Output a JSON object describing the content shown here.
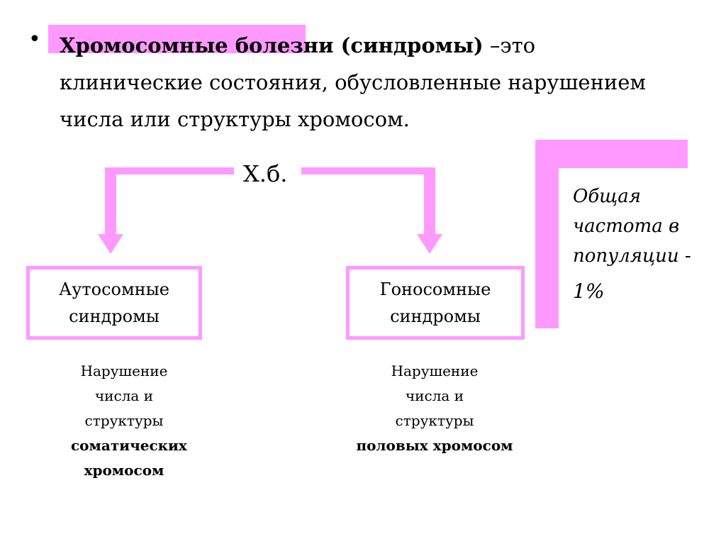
{
  "intro": {
    "bold": "Хромосомные болезни (синдромы)",
    "rest": " –это клинические состояния, обусловленные нарушением числа или структуры хромосом."
  },
  "center_label": "Х.б.",
  "left": {
    "box": "Аутосомные синдромы",
    "desc_plain": "Нарушение числа и структуры",
    "desc_bold": "соматических хромосом"
  },
  "right": {
    "box": "Гоносомные синдромы",
    "desc_plain": "Нарушение числа и структуры",
    "desc_bold": "половых хромосом"
  },
  "frequency": {
    "label": "Общая частота в популяции -",
    "value": "1%"
  },
  "colors": {
    "accent": "#ff99ff"
  }
}
